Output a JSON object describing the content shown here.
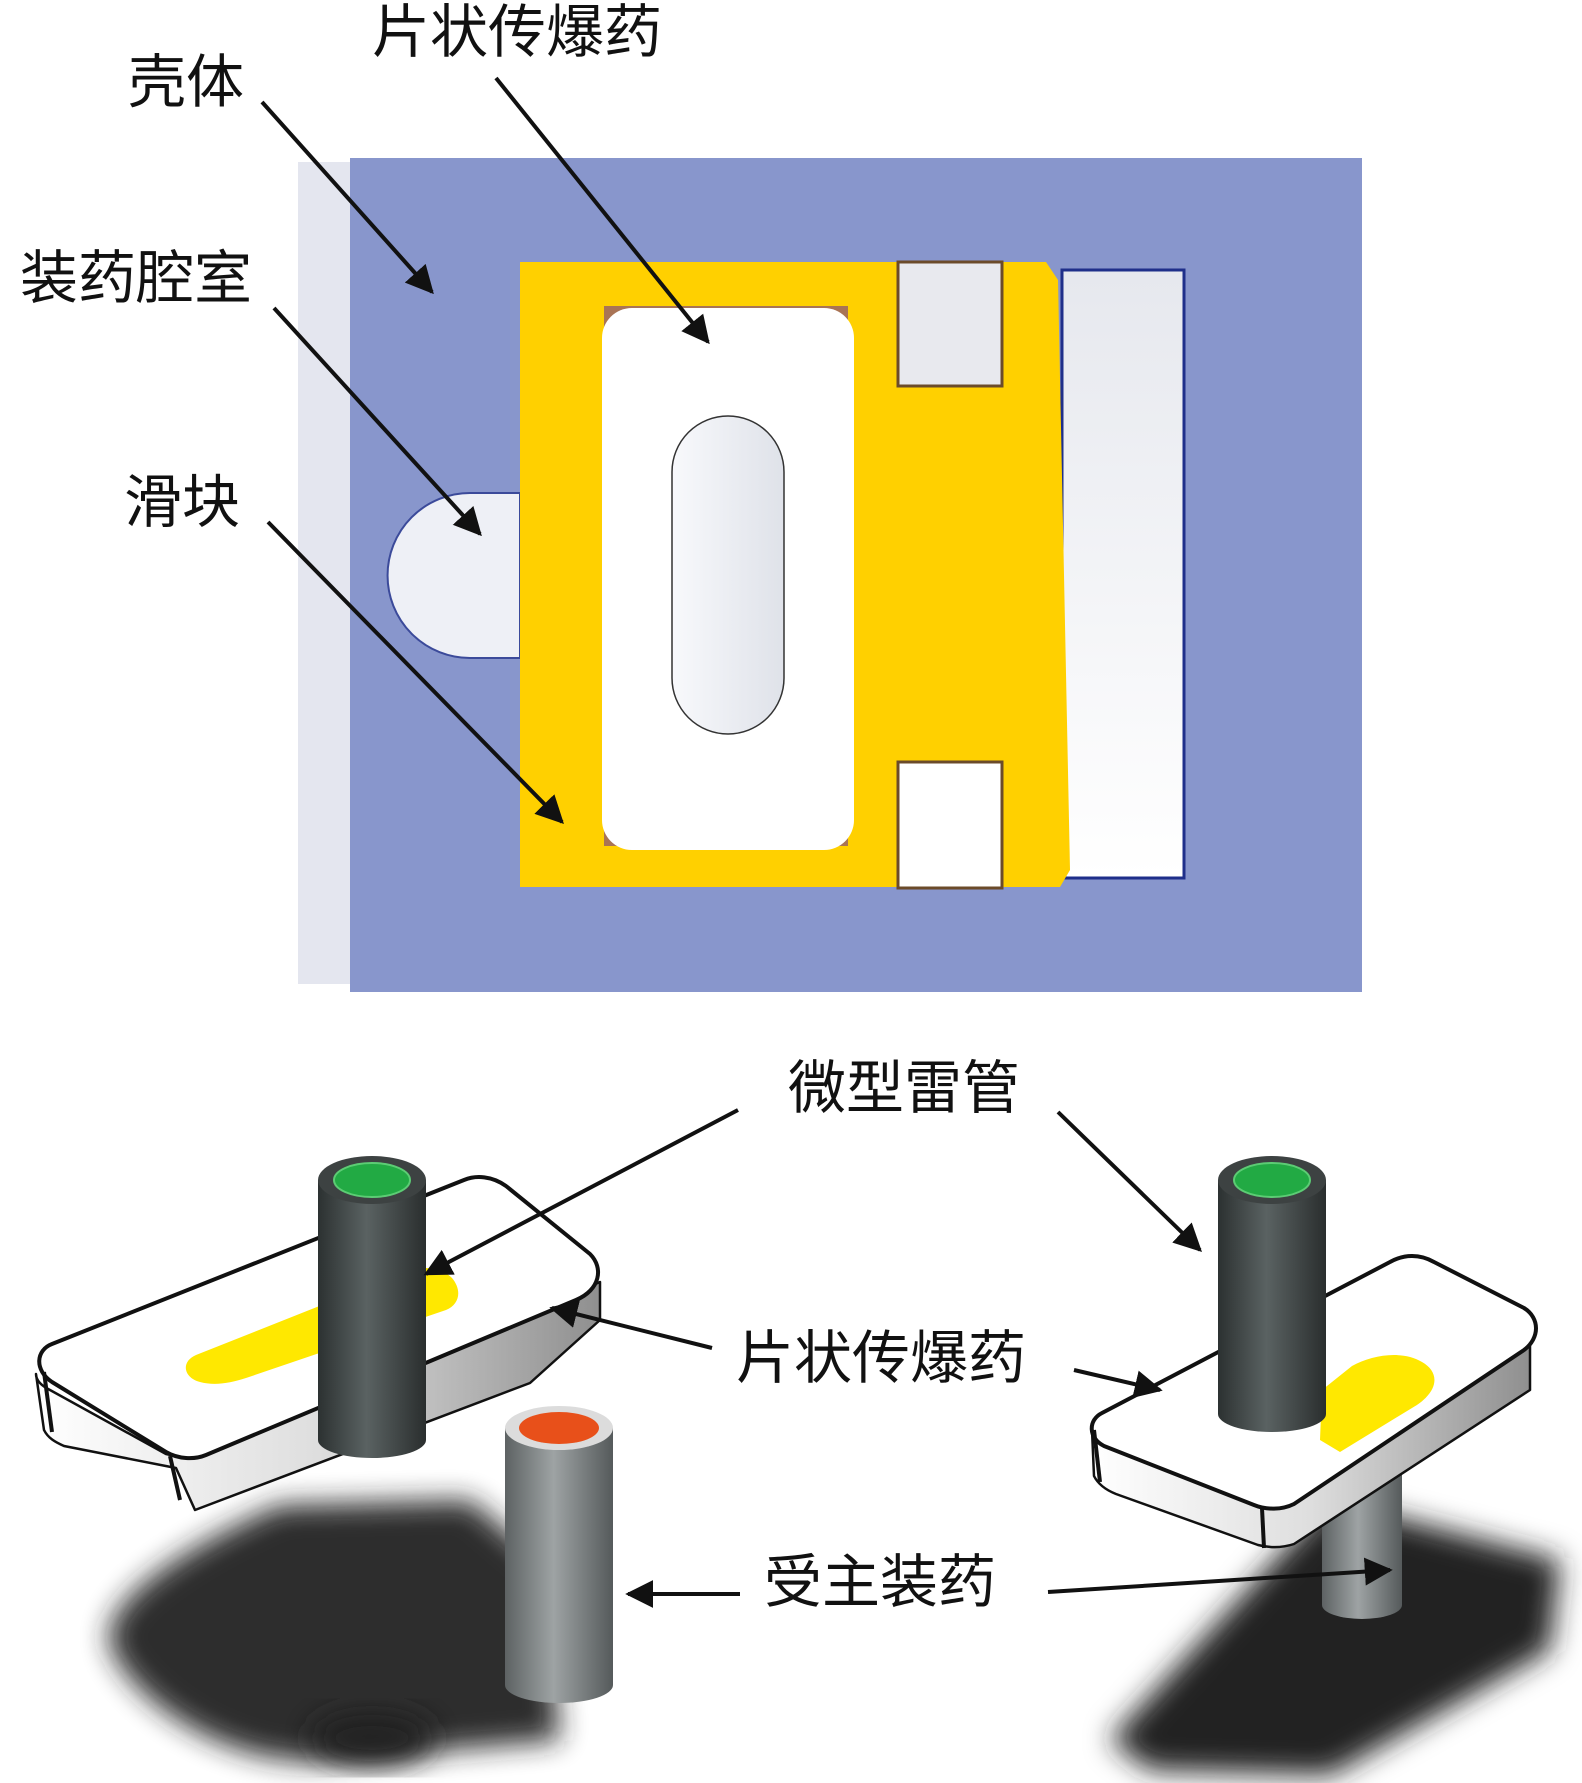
{
  "top_labels": {
    "housing": "壳体",
    "sheet_booster": "片状传爆药",
    "charge_cavity": "装药腔室",
    "slider": "滑块"
  },
  "bottom_labels": {
    "micro_detonator": "微型雷管",
    "sheet_booster": "片状传爆药",
    "acceptor_charge": "受主装药"
  },
  "colors": {
    "housing": "#8896cc",
    "slider": "#ffd000",
    "booster_yellow": "#ffe800",
    "detonator_body": "#454b4b",
    "detonator_top": "#22aa44",
    "acceptor_body": "#7a7f80",
    "acceptor_top": "#e8501a"
  }
}
